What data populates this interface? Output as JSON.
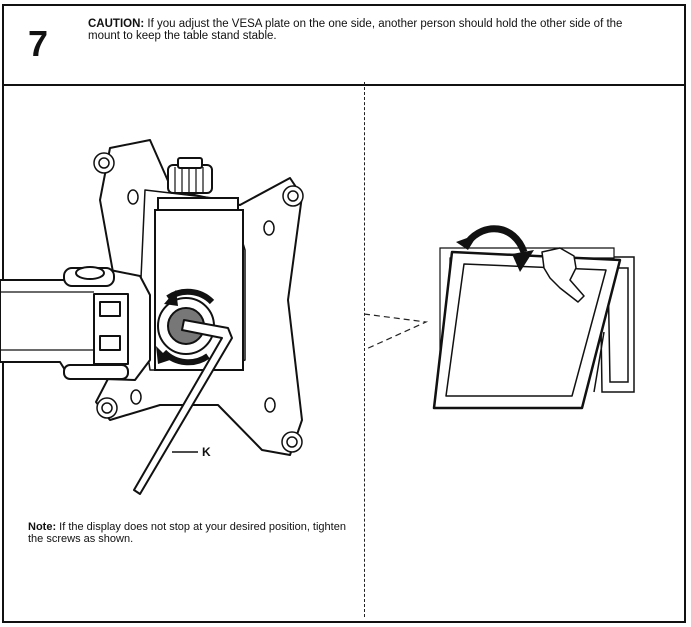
{
  "step": {
    "number": "7",
    "caution_label": "CAUTION:",
    "caution_text": " If you adjust the VESA plate on the one side, another person should hold the other side of the mount to keep the table stand stable."
  },
  "figure_left": {
    "callout_label": "K",
    "icons": [
      "vesa-plate-icon",
      "allen-key-icon",
      "rotate-arrow-icon",
      "knob-icon",
      "arm-icon"
    ]
  },
  "note": {
    "label": "Note:",
    "text": " If the display does not stop at your desired position, tighten the screws as shown."
  },
  "figure_right": {
    "icons": [
      "monitor-icon",
      "hand-icon",
      "tilt-arrow-icon"
    ]
  }
}
